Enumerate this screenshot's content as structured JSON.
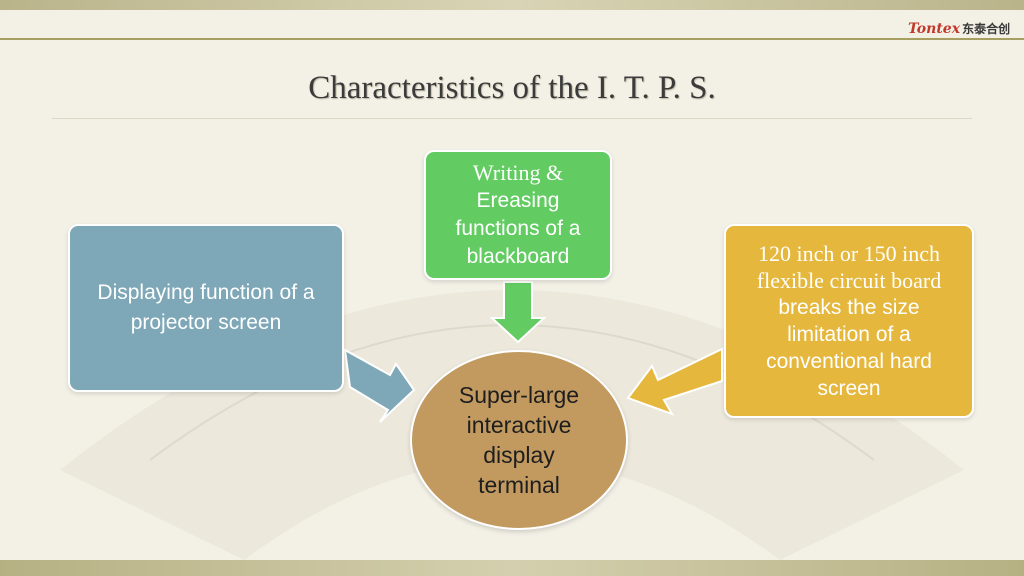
{
  "header": {
    "logo_brand": "Tontex",
    "logo_cn": "东泰合创"
  },
  "title": "Characteristics of the I. T. P. S.",
  "diagram": {
    "left_box": {
      "lines": [
        "Displaying function of a",
        "projector screen"
      ]
    },
    "top_box": {
      "lines": [
        "Writing &",
        "Ereasing",
        "functions of a",
        "blackboard"
      ]
    },
    "right_box": {
      "lines": [
        "120 inch or 150 inch",
        "flexible circuit board",
        "breaks the size",
        "limitation of a",
        "conventional hard",
        "screen"
      ]
    },
    "center_node": {
      "lines": [
        "Super-large",
        "interactive",
        "display",
        "terminal"
      ]
    }
  },
  "colors": {
    "left_box": "#7ea7b7",
    "top_box": "#62cc63",
    "right_box": "#e5b73c",
    "center_node": "#c29a60"
  }
}
